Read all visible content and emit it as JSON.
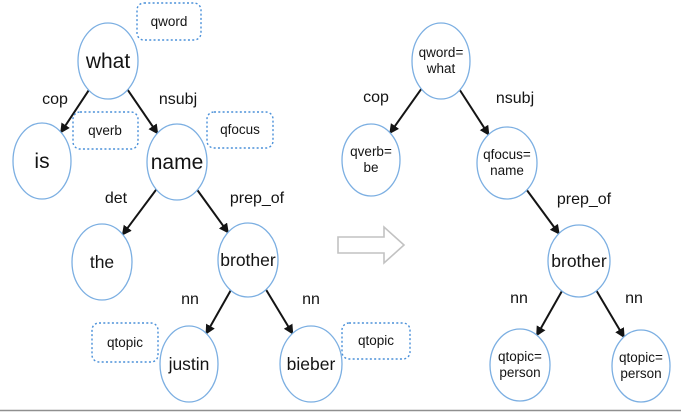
{
  "left_tree": {
    "nodes": {
      "what": "what",
      "is": "is",
      "name": "name",
      "the": "the",
      "brother": "brother",
      "justin": "justin",
      "bieber": "bieber"
    },
    "edges": {
      "cop": "cop",
      "nsubj": "nsubj",
      "det": "det",
      "prep_of": "prep_of",
      "nn_left": "nn",
      "nn_right": "nn"
    },
    "slot_tags": {
      "qword": "qword",
      "qverb": "qverb",
      "qfocus": "qfocus",
      "qtopic_left": "qtopic",
      "qtopic_right": "qtopic"
    }
  },
  "right_tree": {
    "nodes": {
      "qword_what": {
        "line1": "qword=",
        "line2": "what"
      },
      "qverb_be": {
        "line1": "qverb=",
        "line2": "be"
      },
      "qfocus_name": {
        "line1": "qfocus=",
        "line2": "name"
      },
      "brother": "brother",
      "qtopic_person_left": {
        "line1": "qtopic=",
        "line2": "person"
      },
      "qtopic_person_right": {
        "line1": "qtopic=",
        "line2": "person"
      }
    },
    "edges": {
      "cop": "cop",
      "nsubj": "nsubj",
      "prep_of": "prep_of",
      "nn_left": "nn",
      "nn_right": "nn"
    }
  },
  "transform_arrow": {
    "icon": "right-block-arrow"
  },
  "colors": {
    "background": "#ffffff",
    "node_stroke": "#7cafe2",
    "tag_border": "#4a90d9",
    "edge": "#141414",
    "block_arrow_outline": "#c2c2c2",
    "bottom_rule": "#8f8f8f",
    "text": "#000000"
  }
}
